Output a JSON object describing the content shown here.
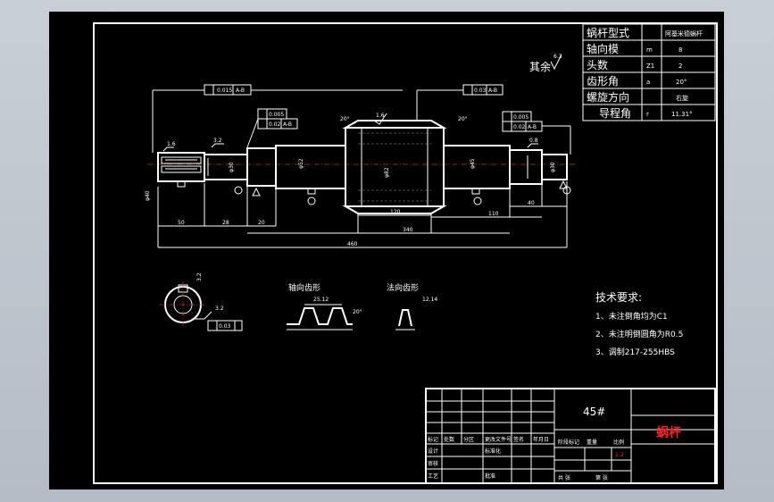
{
  "param_table": {
    "rows": [
      {
        "name": "蜗杆型式",
        "symbol": "",
        "value": "阿基米德蜗杆"
      },
      {
        "name": "轴向模",
        "symbol": "m",
        "value": "8"
      },
      {
        "name": "头数",
        "symbol": "Z1",
        "value": "2"
      },
      {
        "name": "齿形角",
        "symbol": "a",
        "value": "20°"
      },
      {
        "name": "螺旋方向",
        "symbol": "",
        "value": "右旋"
      },
      {
        "name": "导程角",
        "symbol": "r",
        "value": "11.31°"
      }
    ]
  },
  "roughness_note": {
    "label": "其余",
    "value": "6.3"
  },
  "tolerances": {
    "circ_runout_left": "0.015",
    "circ_runout_left_datum": "A-B",
    "runout_top_center": "0.03",
    "runout_top_center_datum": "A-B",
    "cyl_left": "0.005",
    "runout_left_small": "0.02",
    "runout_left_small_datum": "A-B",
    "cyl_right": "0.005",
    "runout_right_small": "0.02",
    "runout_right_small_datum": "A-B",
    "section_tol": "0.03"
  },
  "dimensions": {
    "d50": "50",
    "d28": "28",
    "d20": "20",
    "d120": "120",
    "d340": "340",
    "d110": "110",
    "d40": "40",
    "d460": "460",
    "rough_1_6a": "1.6",
    "rough_3_2": "3.2",
    "rough_1_6b": "1.6",
    "rough_0_8": "0.8",
    "rough_3_2b": "3.2",
    "angle_20a": "20°",
    "angle_20b": "20°",
    "angle_20c": "20°",
    "phi_left": "φ30",
    "phi_mid": "φ52",
    "phi_center": "φ82",
    "phi_right": "φ45",
    "phi_end": "φ30",
    "phi_flange": "φ40",
    "tooth_dim": "25.12",
    "tooth_dim2": "12.14"
  },
  "labels": {
    "axial_profile": "轴向齿形",
    "normal_profile": "法向齿形"
  },
  "tech_requirements": {
    "title": "技术要求:",
    "items": [
      "1、未注倒角均为C1",
      "2、未注明倒圆角为R0.5",
      "3、调制217-255HBS"
    ]
  },
  "title_block": {
    "material": "45#",
    "part_name": "蜗杆",
    "scale": "1:2",
    "stage_label": "阶段标记",
    "weight_label": "重量",
    "scale_label": "比例",
    "sheet_label": "共 张",
    "page_label": "第 张",
    "mark_label": "标记",
    "count_label": "处数",
    "zone_label": "分区",
    "doc_label": "更改文件号",
    "sign_label": "签名",
    "date_label": "年月日",
    "design_label": "设计",
    "std_label": "标准化",
    "check_label": "审核",
    "process_label": "工艺",
    "approve_label": "批准"
  },
  "colors": {
    "background_viewport": "#000000",
    "line": "#ffffff",
    "title_red": "#ff2020",
    "app_bg": "#c0c7cf"
  }
}
